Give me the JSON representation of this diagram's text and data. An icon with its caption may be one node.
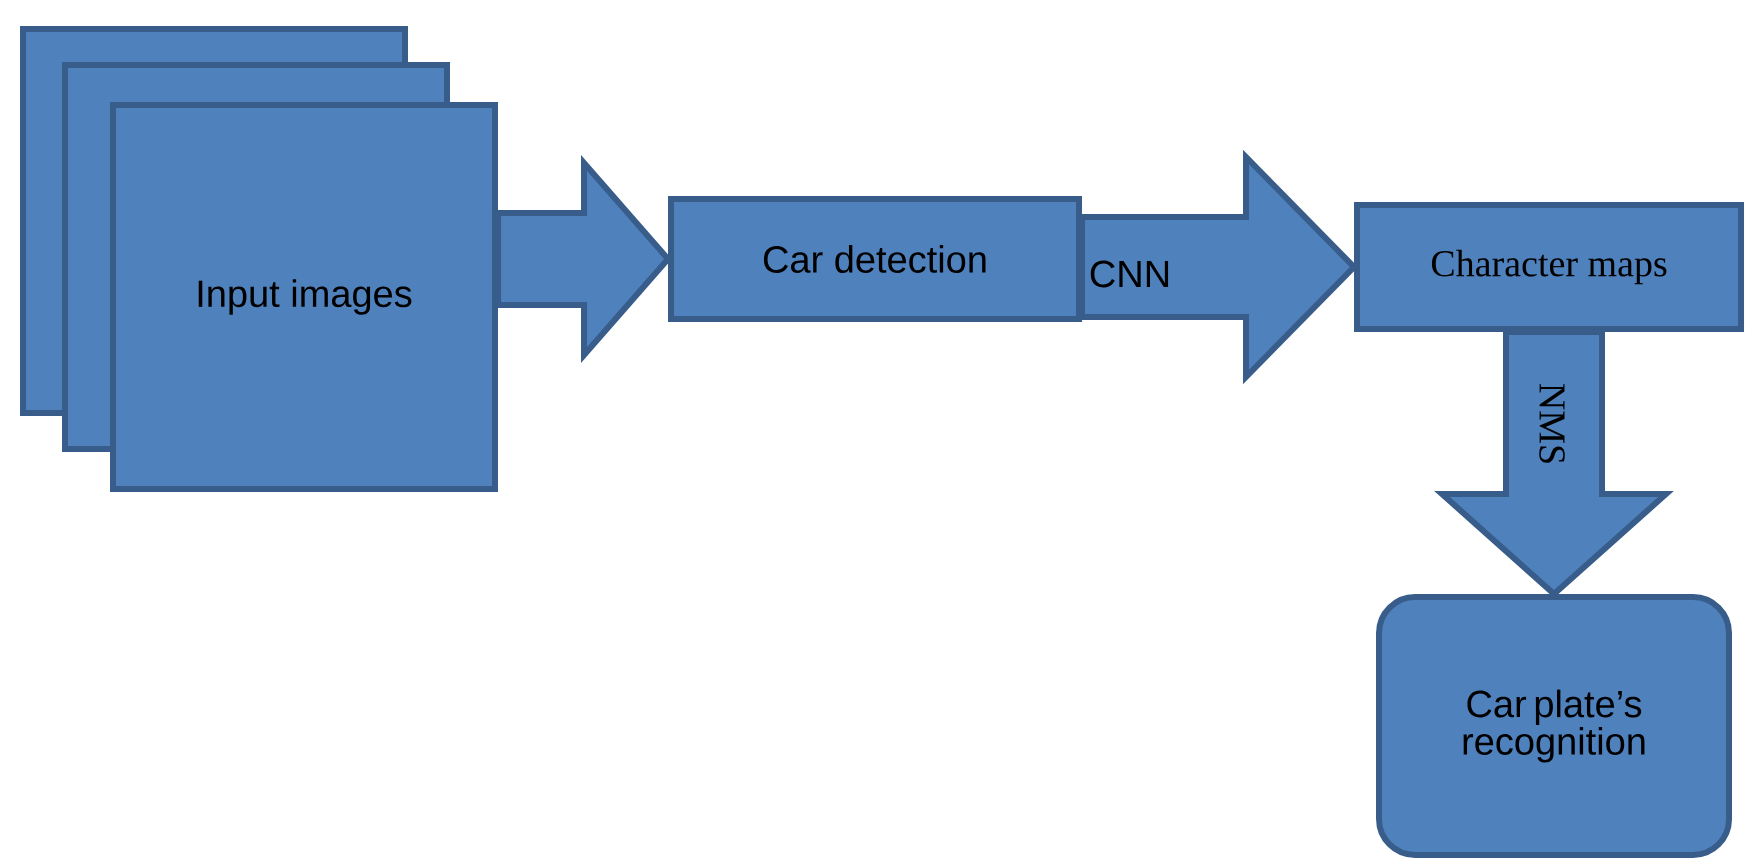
{
  "diagram": {
    "nodes": [
      {
        "text": [],
        "shape": "box"
      },
      {
        "text": [],
        "shape": "box"
      },
      {
        "text": [
          "Input images"
        ]
      },
      {
        "text": [
          "Car detection"
        ]
      },
      {
        "text": [
          "Character maps"
        ]
      },
      {
        "text": [
          "Car plate’s recognition"
        ]
      }
    ],
    "edges": [
      {
        "from": 2,
        "to": 3,
        "arrow": "to"
      },
      {
        "from": 3,
        "to": 4,
        "arrow": "to",
        "label": "CNN"
      },
      {
        "from": 4,
        "to": 5,
        "arrow": "to",
        "label": "NMS"
      }
    ]
  }
}
